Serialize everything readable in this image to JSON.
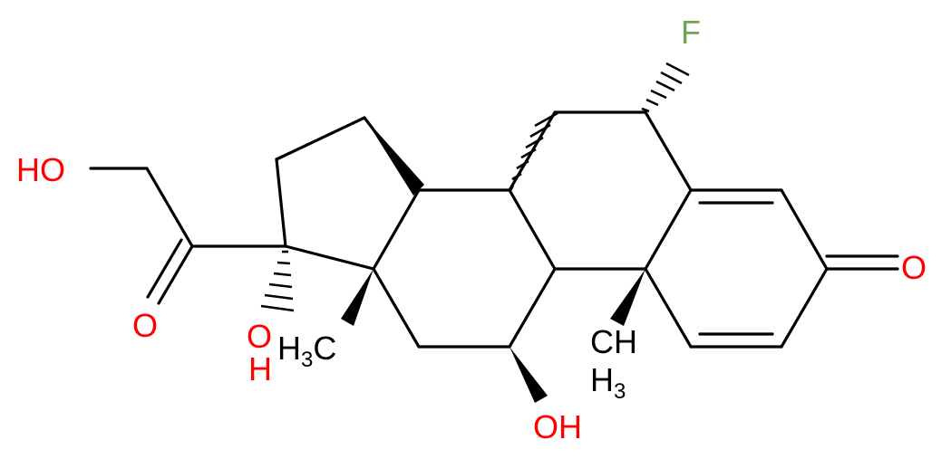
{
  "colors": {
    "bond": "#000000",
    "oxygen": "#ff0000",
    "fluorine": "#6aa84f",
    "carbon_label": "#000000"
  },
  "atoms": {
    "fluorine": "F",
    "ketone_oxygen": "O",
    "side_chain_hydroxyl": "HO",
    "side_chain_carbonyl_oxygen": "O",
    "c17_hydroxyl_oxygen": "O",
    "c17_hydroxyl_hydrogen": "H",
    "c11_hydroxyl": "OH",
    "c13_methyl_h": "H",
    "c13_methyl_sub": "3",
    "c13_methyl_c": "C",
    "c10_methyl_c": "CH",
    "c10_methyl_h": "H",
    "c10_methyl_sub": "3"
  }
}
